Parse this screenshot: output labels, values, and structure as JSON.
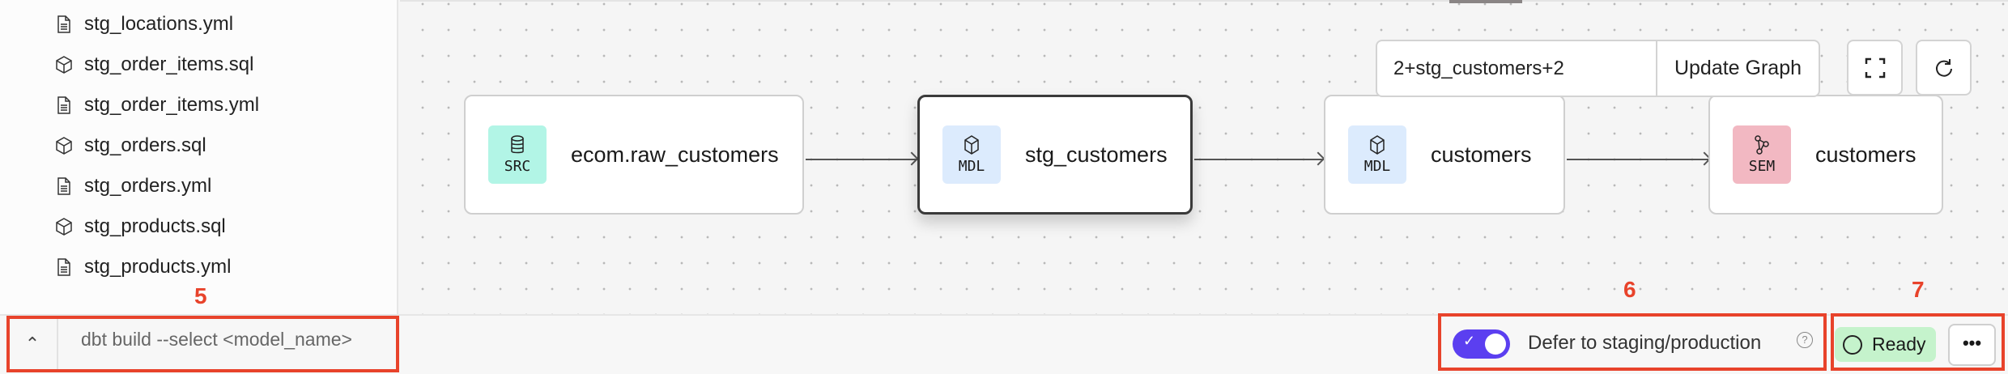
{
  "sidebar": {
    "files": [
      {
        "name": "stg_locations.yml",
        "icon": "file-icon"
      },
      {
        "name": "stg_order_items.sql",
        "icon": "cube-icon"
      },
      {
        "name": "stg_order_items.yml",
        "icon": "file-icon"
      },
      {
        "name": "stg_orders.sql",
        "icon": "cube-icon"
      },
      {
        "name": "stg_orders.yml",
        "icon": "file-icon"
      },
      {
        "name": "stg_products.sql",
        "icon": "cube-icon"
      },
      {
        "name": "stg_products.yml",
        "icon": "file-icon"
      }
    ]
  },
  "graph": {
    "selector": "2+stg_customers+2",
    "update_label": "Update Graph",
    "nodes": [
      {
        "badge": "SRC",
        "label": "ecom.raw_customers",
        "color": "#b2f5e6",
        "icon": "database-icon"
      },
      {
        "badge": "MDL",
        "label": "stg_customers",
        "color": "#dcebfd",
        "icon": "cube-icon",
        "selected": true
      },
      {
        "badge": "MDL",
        "label": "customers",
        "color": "#dcebfd",
        "icon": "cube-icon"
      },
      {
        "badge": "SEM",
        "label": "customers",
        "color": "#f2b8c2",
        "icon": "semantic-graph-icon"
      }
    ]
  },
  "bottom": {
    "command_placeholder": "dbt build --select <model_name>",
    "defer_label": "Defer to staging/production",
    "defer_enabled": true,
    "status": "Ready",
    "more": "•••"
  },
  "annotations": [
    "5",
    "6",
    "7"
  ],
  "colors": {
    "accent": "#5b3ff0",
    "annotation": "#e8432b",
    "ready": "#c5f3cc"
  }
}
